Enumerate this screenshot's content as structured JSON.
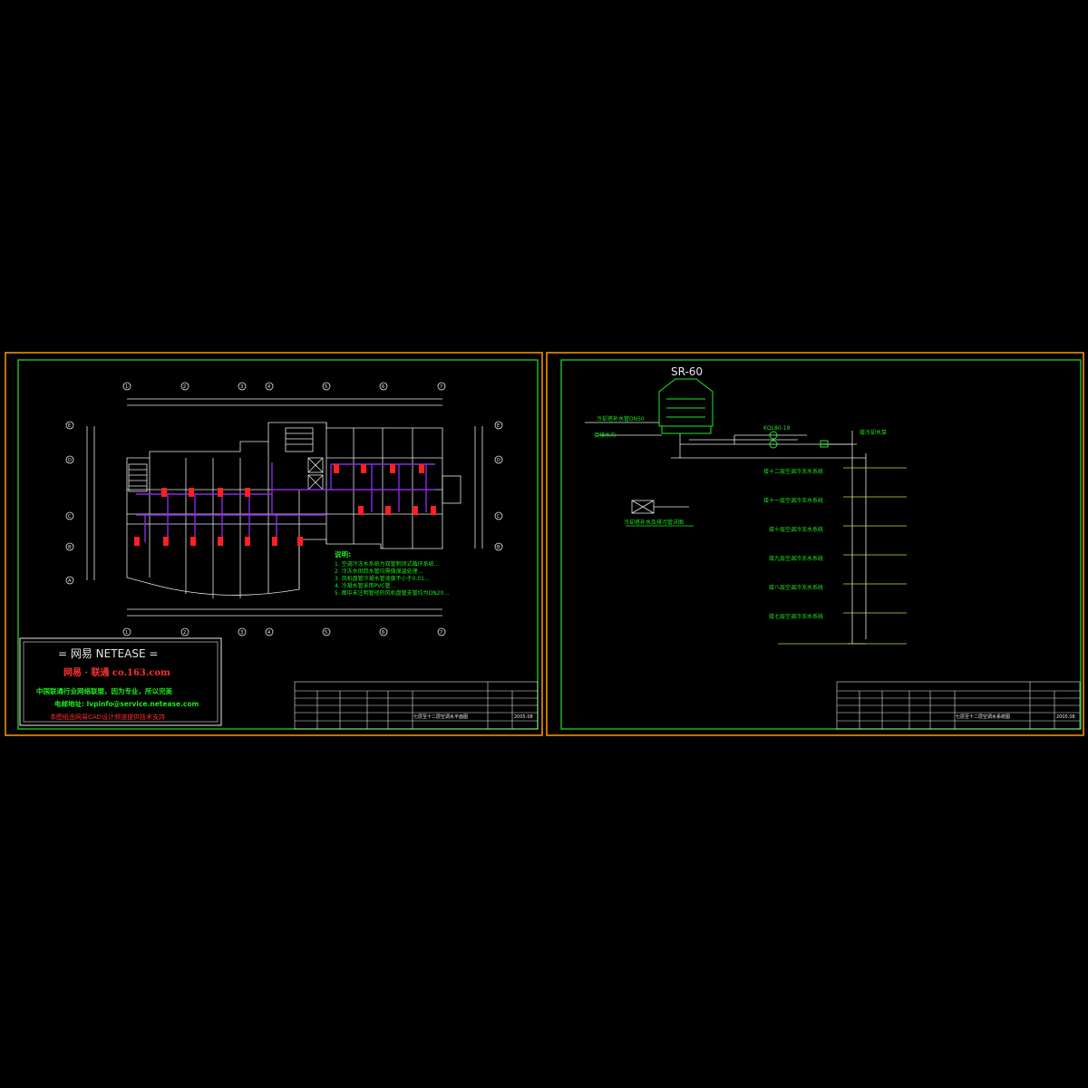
{
  "left_sheet": {
    "axes_top": [
      "1",
      "2",
      "3",
      "4",
      "5",
      "6",
      "7"
    ],
    "axes_left": [
      "E",
      "D",
      "C",
      "B",
      "A"
    ],
    "axes_right": [
      "E",
      "D",
      "C",
      "B"
    ],
    "notes_title": "说明:",
    "notes": [
      "1. 空调冷冻水系统为双管制闭式循环系统...",
      "2. 冷冻水供回水管均需做保温处理...",
      "3. 风机盘管冷凝水管坡度不小于0.01...",
      "4. 冷凝水管采用PVC管...",
      "5. 图中未注明管径的风机盘管支管均为DN20..."
    ],
    "title_text": "七层至十二层空调水平面图",
    "date": "2005.08"
  },
  "right_sheet": {
    "tower_label": "SR-60",
    "pump_label": "KQL80-19",
    "supply_label": "冷却塔补水管DN50",
    "drain_label": "接排水沟",
    "pump_note": "接冷却水泵",
    "detail_label": "冷却塔补水及排污管详图",
    "floor_branches": [
      "接十二层空调冷冻水系统",
      "接十一层空调冷冻水系统",
      "接十层空调冷冻水系统",
      "接九层空调冷冻水系统",
      "接八层空调冷冻水系统",
      "接七层空调冷冻水系统"
    ],
    "title_text": "七层至十二层空调水系统图",
    "date": "2005.08"
  },
  "stamp": {
    "line1": "= 网易  NETEASE =",
    "line2": "网易 · 联通   co.163.com",
    "line3": "中国联通行业网络联盟，因为专业，所以完美",
    "line4": "电邮地址: lvpinfo@service.netease.com",
    "line5": "本图纸由网易CAD设计频道提供技术支持"
  },
  "colors": {
    "frame": "#ff9900",
    "border": "#1ee81e",
    "wall": "#e8e8e8",
    "supply": "#8a2be2",
    "unit": "#ff2020"
  }
}
